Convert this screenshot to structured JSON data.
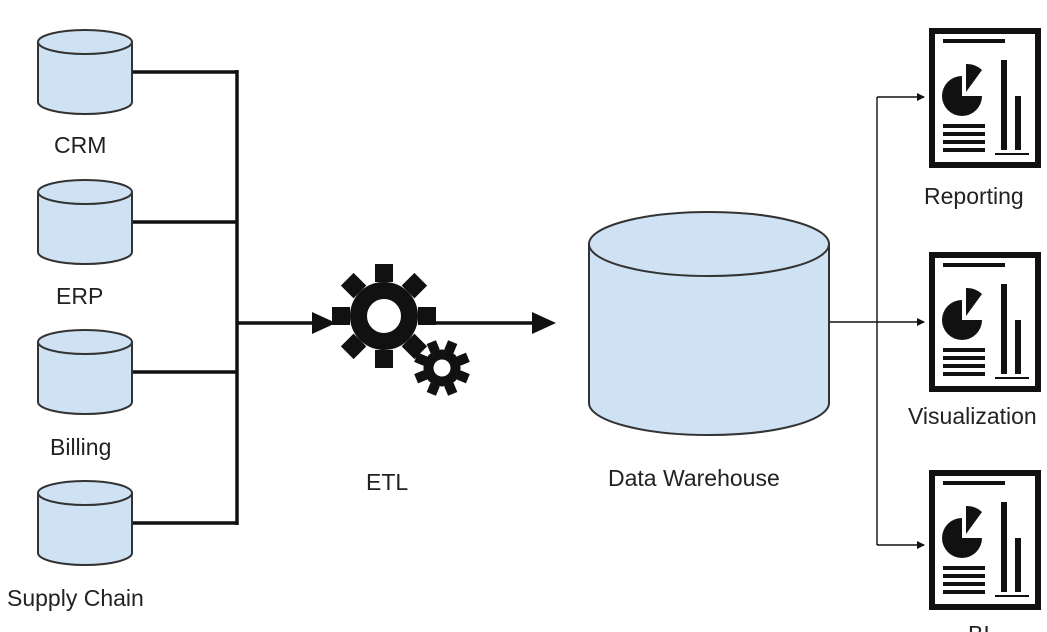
{
  "diagram": {
    "sources": [
      {
        "label": "CRM",
        "icon": "database-icon"
      },
      {
        "label": "ERP",
        "icon": "database-icon"
      },
      {
        "label": "Billing",
        "icon": "database-icon"
      },
      {
        "label": "Supply Chain",
        "icon": "database-icon"
      }
    ],
    "etl": {
      "label": "ETL",
      "icon": "gears-icon"
    },
    "warehouse": {
      "label": "Data Warehouse",
      "icon": "database-icon"
    },
    "outputs": [
      {
        "label": "Reporting",
        "icon": "report-document-icon"
      },
      {
        "label": "Visualization",
        "icon": "report-document-icon"
      },
      {
        "label": "BI",
        "icon": "report-document-icon"
      }
    ],
    "colors": {
      "cylinder_fill": "#cfe2f3",
      "cylinder_stroke": "#333333",
      "line": "#111111",
      "gear": "#111111"
    }
  }
}
